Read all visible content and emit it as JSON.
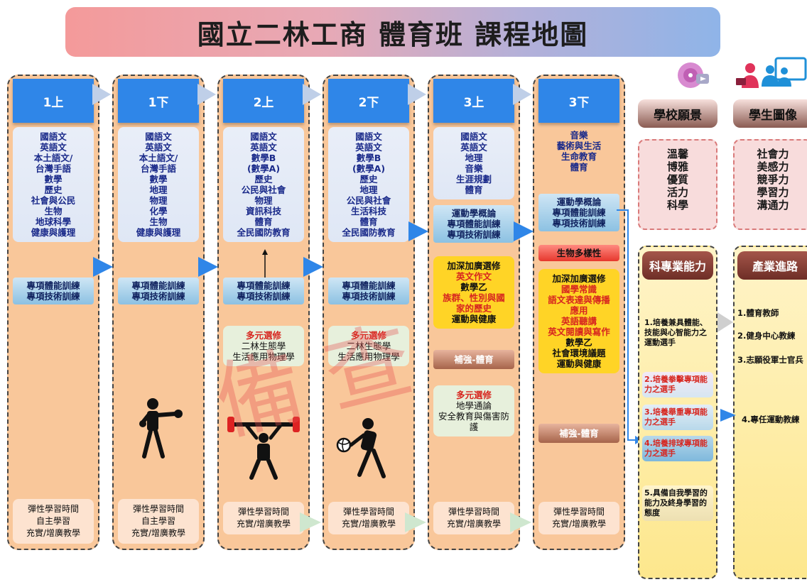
{
  "title": "國立二林工商 體育班 課程地圖",
  "columns": [
    {
      "id": "1a",
      "head": "1上",
      "subjects": [
        "國語文",
        "英語文",
        "本土語文/",
        "台灣手語",
        "數學",
        "歷史",
        "社會與公民",
        "生物",
        "地球科學",
        "健康與護理"
      ],
      "training": [
        "專項體能訓練",
        "專項技術訓練"
      ],
      "flex": [
        "彈性學習時間",
        "自主學習",
        "充實/增廣教學"
      ]
    },
    {
      "id": "1b",
      "head": "1下",
      "subjects": [
        "國語文",
        "英語文",
        "本土語文/",
        "台灣手語",
        "數學",
        "地理",
        "物理",
        "化學",
        "生物",
        "健康與護理"
      ],
      "training": [
        "專項體能訓練",
        "專項技術訓練"
      ],
      "flex": [
        "彈性學習時間",
        "自主學習",
        "充實/增廣教學"
      ]
    },
    {
      "id": "2a",
      "head": "2上",
      "subjects": [
        "國語文",
        "英語文",
        "數學B",
        "(數學A)",
        "歷史",
        "公民與社會",
        "物理",
        "資訊科技",
        "體育",
        "全民國防教育"
      ],
      "training": [
        "專項體能訓練",
        "專項技術訓練"
      ],
      "multi_title": "多元選修",
      "multi": [
        "二林生態學",
        "生活應用物理學"
      ],
      "flex": [
        "彈性學習時間",
        "充實/增廣教學"
      ]
    },
    {
      "id": "2b",
      "head": "2下",
      "subjects": [
        "國語文",
        "英語文",
        "數學B",
        "(數學A)",
        "歷史",
        "地理",
        "公民與社會",
        "生活科技",
        "體育",
        "全民國防教育"
      ],
      "training": [
        "專項體能訓練",
        "專項技術訓練"
      ],
      "multi_title": "多元選修",
      "multi": [
        "二林生態學",
        "生活應用物理學"
      ],
      "flex": [
        "彈性學習時間",
        "充實/增廣教學"
      ]
    },
    {
      "id": "3a",
      "head": "3上",
      "subjects": [
        "國語文",
        "英語文",
        "地理",
        "音樂",
        "生涯規劃",
        "體育"
      ],
      "training": [
        "運動學概論",
        "專項體能訓練",
        "專項技術訓練"
      ],
      "deep_title": "加深加廣選修",
      "deep": [
        {
          "t": "英文作文",
          "red": true
        },
        {
          "t": "數學乙",
          "red": false
        },
        {
          "t": "族群、性別與國",
          "red": true
        },
        {
          "t": "家的歷史",
          "red": true
        },
        {
          "t": "運動與健康",
          "red": false
        }
      ],
      "bolster": "補強-體育",
      "multi_title": "多元選修",
      "multi": [
        "地學通論",
        "安全教育與傷害防",
        "護"
      ],
      "flex": [
        "彈性學習時間",
        "充實/增廣教學"
      ]
    },
    {
      "id": "3b",
      "head": "3下",
      "subjects": [
        "音樂",
        "藝術與生活",
        "生命教育",
        "體育"
      ],
      "training": [
        "運動學概論",
        "專項體能訓練",
        "專項技術訓練"
      ],
      "bio": "生物多樣性",
      "deep_title": "加深加廣選修",
      "deep": [
        {
          "t": "國學常識",
          "red": true
        },
        {
          "t": "語文表達與傳播",
          "red": true
        },
        {
          "t": "應用",
          "red": true
        },
        {
          "t": "英語聽講",
          "red": true
        },
        {
          "t": "英文閱讀與寫作",
          "red": true
        },
        {
          "t": "數學乙",
          "red": false
        },
        {
          "t": "社會環境議題",
          "red": false
        },
        {
          "t": "運動與健康",
          "red": false
        }
      ],
      "bolster": "補強-體育",
      "flex": [
        "彈性學習時間",
        "充實/增廣教學"
      ]
    }
  ],
  "vision": {
    "head": "學校願景",
    "items": [
      "溫馨",
      "博雅",
      "優質",
      "活力",
      "科學"
    ]
  },
  "portrait": {
    "head": "學生圖像",
    "items": [
      "社會力",
      "美感力",
      "競爭力",
      "學習力",
      "溝通力"
    ]
  },
  "abilities": {
    "head": "科專業能力",
    "items": [
      "1.培養兼具體能、技能與心智能力之運動選手",
      "2.培養拳擊專項能力之選手",
      "3.培養舉重專項能力之選手",
      "4.培養排球專項能力之選手",
      "5.具備自我學習的能力及終身學習的態度"
    ]
  },
  "careers": {
    "head": "產業進路",
    "items": [
      "1.體育教師",
      "2.健身中心教練",
      "3.志願役軍士官兵",
      "4.專任運動教練"
    ]
  },
  "watermark": "備 查",
  "colors": {
    "header_blue": "#2f86e8",
    "column_orange": "#f9c79a",
    "deep_yellow": "#ffd426",
    "accent_red": "#d7261f"
  },
  "icons": [
    "boxer-figure-icon",
    "weightlifter-figure-icon",
    "volleyball-player-figure-icon",
    "vision-disc-icon",
    "teacher-icon",
    "students-icon"
  ]
}
